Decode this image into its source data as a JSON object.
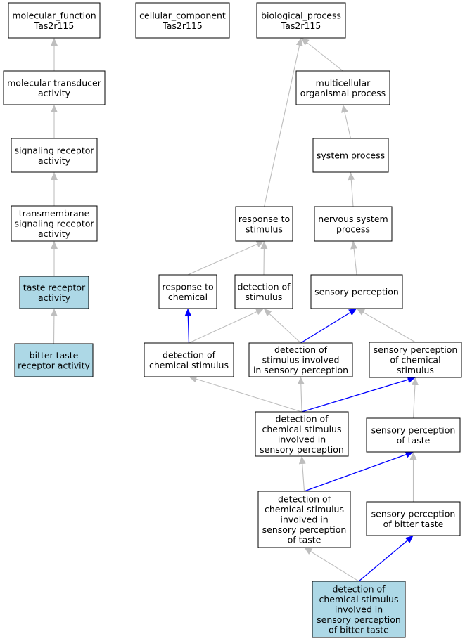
{
  "colors": {
    "default_fill": "#ffffff",
    "highlight_fill": "#add8e6",
    "node_stroke": "#000000",
    "edge_gray": "#bebebe",
    "edge_blue": "#0000ff"
  },
  "nodes": [
    {
      "id": "mf",
      "lines": [
        "molecular_function",
        "Tas2r115"
      ],
      "highlight": false
    },
    {
      "id": "cc",
      "lines": [
        "cellular_component",
        "Tas2r115"
      ],
      "highlight": false
    },
    {
      "id": "bp",
      "lines": [
        "biological_process",
        "Tas2r115"
      ],
      "highlight": false
    },
    {
      "id": "mta",
      "lines": [
        "molecular transducer",
        "activity"
      ],
      "highlight": false
    },
    {
      "id": "mop",
      "lines": [
        "multicellular",
        "organismal process"
      ],
      "highlight": false
    },
    {
      "id": "sra",
      "lines": [
        "signaling receptor",
        "activity"
      ],
      "highlight": false
    },
    {
      "id": "sp",
      "lines": [
        "system process"
      ],
      "highlight": false
    },
    {
      "id": "tsra",
      "lines": [
        "transmembrane",
        "signaling receptor",
        "activity"
      ],
      "highlight": false
    },
    {
      "id": "rts",
      "lines": [
        "response to",
        "stimulus"
      ],
      "highlight": false
    },
    {
      "id": "nsp",
      "lines": [
        "nervous system",
        "process"
      ],
      "highlight": false
    },
    {
      "id": "tra",
      "lines": [
        "taste receptor",
        "activity"
      ],
      "highlight": true
    },
    {
      "id": "rtc",
      "lines": [
        "response to",
        "chemical"
      ],
      "highlight": false
    },
    {
      "id": "dos",
      "lines": [
        "detection of",
        "stimulus"
      ],
      "highlight": false
    },
    {
      "id": "spe",
      "lines": [
        "sensory perception"
      ],
      "highlight": false
    },
    {
      "id": "btra",
      "lines": [
        "bitter taste",
        "receptor activity"
      ],
      "highlight": true
    },
    {
      "id": "docs",
      "lines": [
        "detection of",
        "chemical stimulus"
      ],
      "highlight": false
    },
    {
      "id": "dosisp",
      "lines": [
        "detection of",
        "stimulus involved",
        "in sensory perception"
      ],
      "highlight": false
    },
    {
      "id": "spocs",
      "lines": [
        "sensory perception",
        "of chemical",
        "stimulus"
      ],
      "highlight": false
    },
    {
      "id": "docsisp",
      "lines": [
        "detection of",
        "chemical stimulus",
        "involved in",
        "sensory perception"
      ],
      "highlight": false
    },
    {
      "id": "spot",
      "lines": [
        "sensory perception",
        "of taste"
      ],
      "highlight": false
    },
    {
      "id": "docsispt",
      "lines": [
        "detection of",
        "chemical stimulus",
        "involved in",
        "sensory perception",
        "of taste"
      ],
      "highlight": false
    },
    {
      "id": "spobt",
      "lines": [
        "sensory perception",
        "of bitter taste"
      ],
      "highlight": false
    },
    {
      "id": "docsispbt",
      "lines": [
        "detection of",
        "chemical stimulus",
        "involved in",
        "sensory perception",
        "of bitter taste"
      ],
      "highlight": true
    }
  ],
  "edges": [
    {
      "from": "mta",
      "to": "mf",
      "color": "gray"
    },
    {
      "from": "sra",
      "to": "mta",
      "color": "gray"
    },
    {
      "from": "tsra",
      "to": "sra",
      "color": "gray"
    },
    {
      "from": "tra",
      "to": "tsra",
      "color": "gray"
    },
    {
      "from": "btra",
      "to": "tra",
      "color": "gray"
    },
    {
      "from": "mop",
      "to": "bp",
      "color": "gray"
    },
    {
      "from": "rts",
      "to": "bp",
      "color": "gray"
    },
    {
      "from": "sp",
      "to": "mop",
      "color": "gray"
    },
    {
      "from": "nsp",
      "to": "sp",
      "color": "gray"
    },
    {
      "from": "spe",
      "to": "nsp",
      "color": "gray"
    },
    {
      "from": "rtc",
      "to": "rts",
      "color": "gray"
    },
    {
      "from": "dos",
      "to": "rts",
      "color": "gray"
    },
    {
      "from": "docs",
      "to": "rtc",
      "color": "blue"
    },
    {
      "from": "docs",
      "to": "dos",
      "color": "gray"
    },
    {
      "from": "dosisp",
      "to": "dos",
      "color": "gray"
    },
    {
      "from": "dosisp",
      "to": "spe",
      "color": "blue"
    },
    {
      "from": "spocs",
      "to": "spe",
      "color": "gray"
    },
    {
      "from": "docsisp",
      "to": "docs",
      "color": "gray"
    },
    {
      "from": "docsisp",
      "to": "dosisp",
      "color": "gray"
    },
    {
      "from": "docsisp",
      "to": "spocs",
      "color": "blue"
    },
    {
      "from": "spot",
      "to": "spocs",
      "color": "gray"
    },
    {
      "from": "docsispt",
      "to": "docsisp",
      "color": "gray"
    },
    {
      "from": "docsispt",
      "to": "spot",
      "color": "blue"
    },
    {
      "from": "spobt",
      "to": "spot",
      "color": "gray"
    },
    {
      "from": "docsispbt",
      "to": "docsispt",
      "color": "gray"
    },
    {
      "from": "docsispbt",
      "to": "spobt",
      "color": "blue"
    }
  ]
}
